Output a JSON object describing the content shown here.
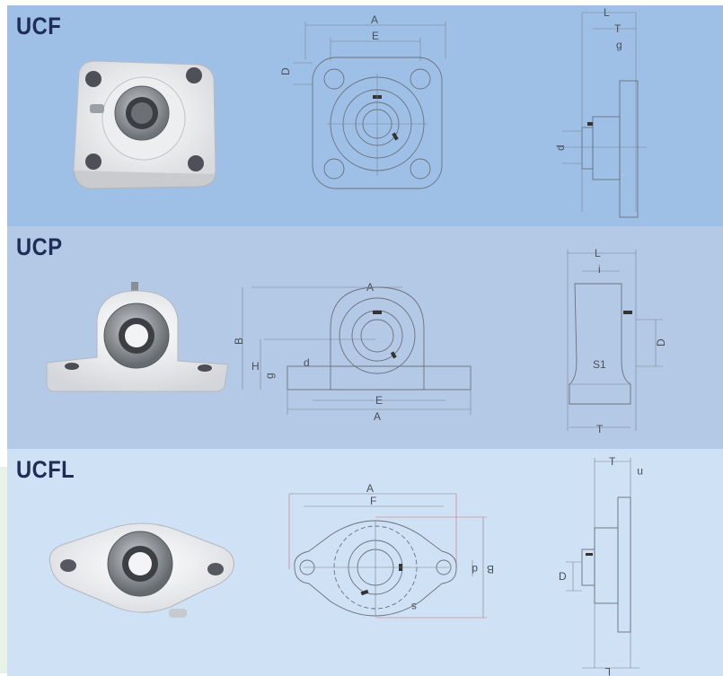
{
  "colors": {
    "band1": "#9ec0e6",
    "band2": "#b4c9e6",
    "band3": "#cfe1f4",
    "title": "#1e2d56"
  },
  "sections": [
    {
      "title": "UCF",
      "front_labels": {
        "A": "A",
        "E": "E",
        "D": "D"
      },
      "side_labels": {
        "L": "L",
        "T": "T",
        "g": "g",
        "d": "d"
      }
    },
    {
      "title": "UCP",
      "front_labels": {
        "A_top": "A",
        "B": "B",
        "H": "H",
        "g": "g",
        "d": "d",
        "E": "E",
        "A_bottom": "A"
      },
      "side_labels": {
        "L": "L",
        "i": "i",
        "D": "D",
        "S1": "S1",
        "T": "T"
      }
    },
    {
      "title": "UCFL",
      "front_labels": {
        "A": "A",
        "F": "F",
        "B": "B",
        "d": "d",
        "s": "s"
      },
      "side_labels": {
        "T": "T",
        "n": "n",
        "D": "D",
        "L": "L"
      }
    }
  ]
}
